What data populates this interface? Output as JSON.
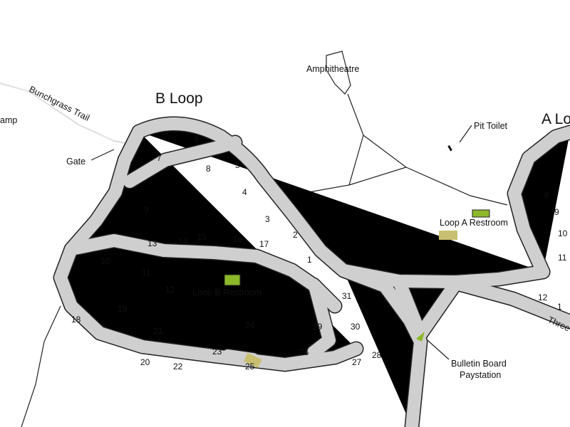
{
  "map": {
    "titles": {
      "b_loop": "B Loop",
      "a_loop": "A Lo"
    },
    "labels": {
      "amphitheatre": "Amphitheatre",
      "pit_toilet": "Pit Toilet",
      "gate": "Gate",
      "camp_partial": "amp",
      "bunchgrass_trail": "Bunchgrass Trail",
      "loop_b_restroom": "Loop B Restroom",
      "loop_a_restroom": "Loop A Restroom",
      "bulletin_board": "Bulletin Board",
      "paystation": "Paystation",
      "trail_partial": "Three"
    },
    "b_sites": [
      "6",
      "7",
      "8",
      "5",
      "4",
      "9",
      "3",
      "2",
      "13",
      "14",
      "15",
      "16",
      "17",
      "1",
      "10",
      "11",
      "12",
      "19",
      "18",
      "21",
      "24",
      "29",
      "30",
      "31",
      "23",
      "26",
      "27",
      "28",
      "20",
      "22",
      "25"
    ],
    "a_sites": [
      "8",
      "9",
      "10",
      "11",
      "12",
      "1"
    ],
    "colors": {
      "road": "#cfcfcf",
      "restroom": "#8cb82a",
      "facility": "#c8c070",
      "outline": "#222222"
    }
  }
}
